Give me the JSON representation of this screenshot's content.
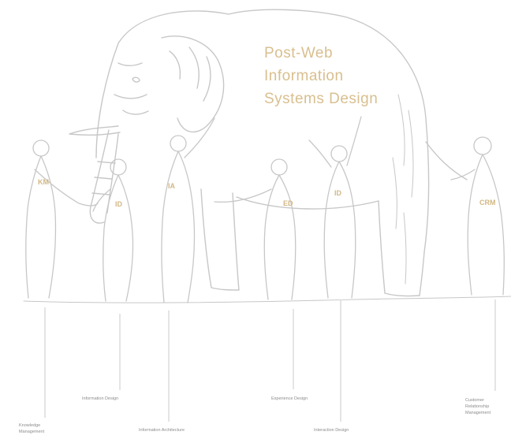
{
  "title": {
    "lines": [
      "Post-Web",
      "Information",
      "Systems Design"
    ]
  },
  "figures": [
    {
      "id": "km",
      "badge": "KM",
      "label_lines": [
        "Knowledge",
        "Management"
      ]
    },
    {
      "id": "id1",
      "badge": "ID",
      "label_lines": [
        "Information Design"
      ]
    },
    {
      "id": "ia",
      "badge": "IA",
      "label_lines": [
        "Information Architecture"
      ]
    },
    {
      "id": "ed",
      "badge": "ED",
      "label_lines": [
        "Experience Design"
      ]
    },
    {
      "id": "id2",
      "badge": "ID",
      "label_lines": [
        "Interaction Design"
      ]
    },
    {
      "id": "crm",
      "badge": "CRM",
      "label_lines": [
        "Customer",
        "Relationship",
        "Management"
      ]
    }
  ],
  "colors": {
    "title": "#d9bf8f",
    "badge": "#d2b884",
    "sketch": "#c7c7c7",
    "leader": "#dcdcdc",
    "caption": "#8c8c8c"
  }
}
